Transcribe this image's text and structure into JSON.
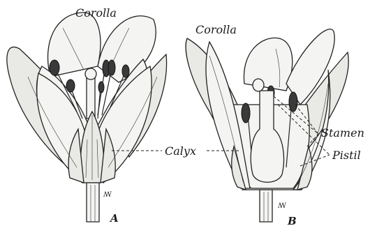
{
  "labels": {
    "corolla_a": "Corolla",
    "corolla_b": "Corolla",
    "calyx": "Calyx",
    "stamen": "Stamen",
    "pistil": "Pistil",
    "fig_a": "A",
    "fig_b": "B",
    "sig_a": "ꟿ",
    "sig_b": "ꟿ"
  }
}
